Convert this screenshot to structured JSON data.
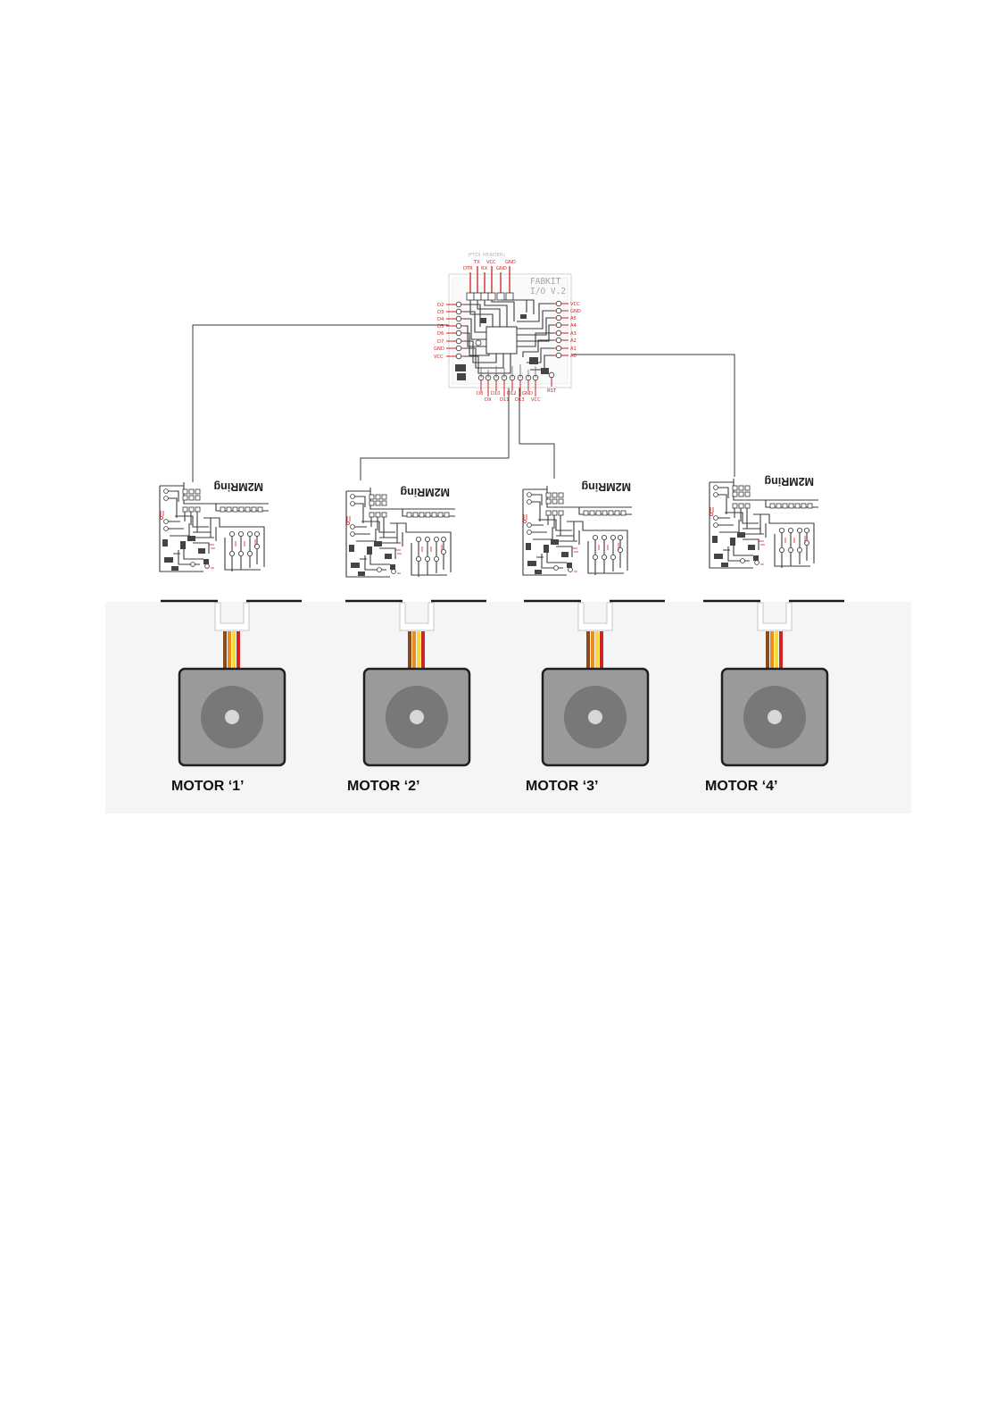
{
  "panel_background": "#f4f5f7",
  "accent_red": "#d21f1f",
  "controller": {
    "header_label": "(FTDI HEADER)",
    "title_line1": "FABKIT",
    "title_line2": "I/O V.2",
    "top_pins": [
      "DTR",
      "TX",
      "RX",
      "VCC",
      "GND",
      "GND"
    ],
    "left_pins": [
      "D2",
      "D3",
      "D4",
      "D5",
      "D6",
      "D7",
      "GND",
      "VCC"
    ],
    "right_pins": [
      "VCC",
      "GND",
      "A5",
      "A4",
      "A3",
      "A2",
      "A1",
      "A0"
    ],
    "bottom_pins_row1": [
      "D8",
      "D10",
      "D12",
      "GND",
      "RST"
    ],
    "bottom_pins_row2": [
      "D9",
      "D11",
      "D13",
      "VCC"
    ]
  },
  "driver_boards": [
    {
      "label": "M2MRing"
    },
    {
      "label": "M2MRing"
    },
    {
      "label": "M2MRing"
    },
    {
      "label": "M2MRing"
    }
  ],
  "motors": [
    {
      "label": "MOTOR ‘1’"
    },
    {
      "label": "MOTOR ‘2’"
    },
    {
      "label": "MOTOR ‘3’"
    },
    {
      "label": "MOTOR ‘4’"
    }
  ],
  "wire_colors": [
    "#8b4a1c",
    "#ef8a1d",
    "#f4dd38",
    "#d32424"
  ]
}
